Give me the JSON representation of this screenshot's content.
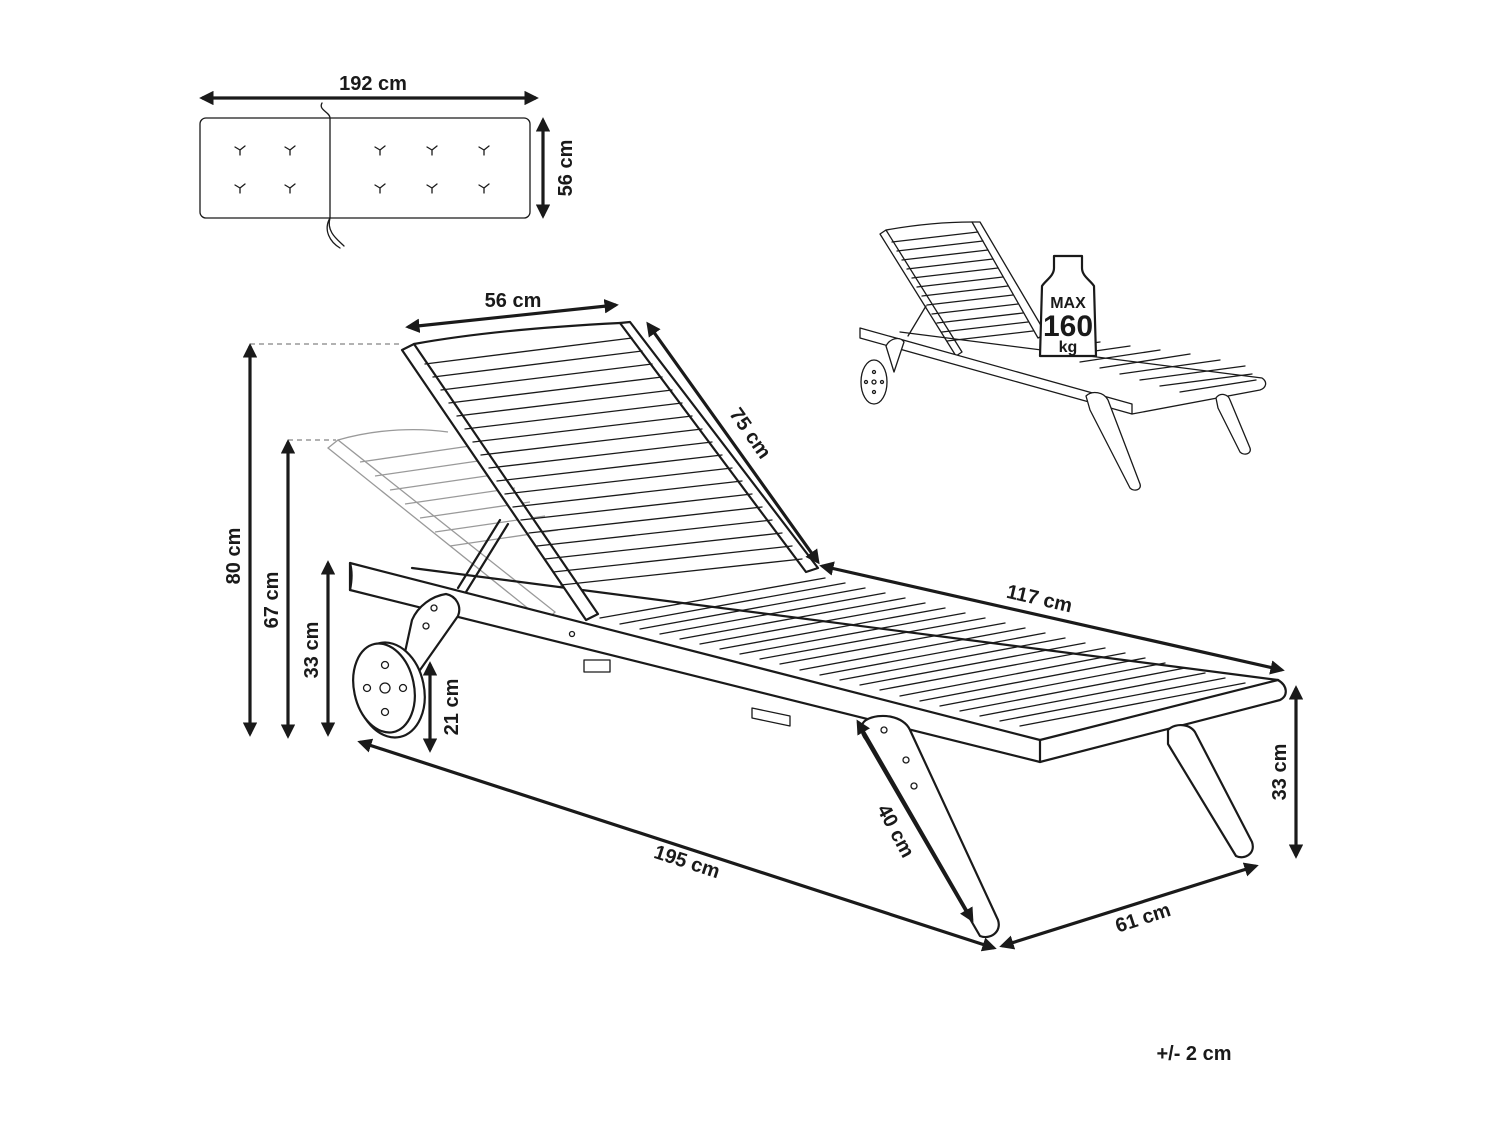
{
  "dimensions": {
    "cushion_length": "192 cm",
    "cushion_width": "56 cm",
    "backrest_width": "56 cm",
    "backrest_length": "75 cm",
    "seat_length": "117 cm",
    "total_height": "80 cm",
    "reclined_height": "67 cm",
    "seat_height_rear": "33 cm",
    "wheel_height": "21 cm",
    "total_length": "195 cm",
    "leg_length": "40 cm",
    "total_width": "61 cm",
    "seat_height_front": "33 cm"
  },
  "weight_badge": {
    "max_label": "MAX",
    "value": "160",
    "unit": "kg"
  },
  "tolerance": "+/- 2 cm"
}
